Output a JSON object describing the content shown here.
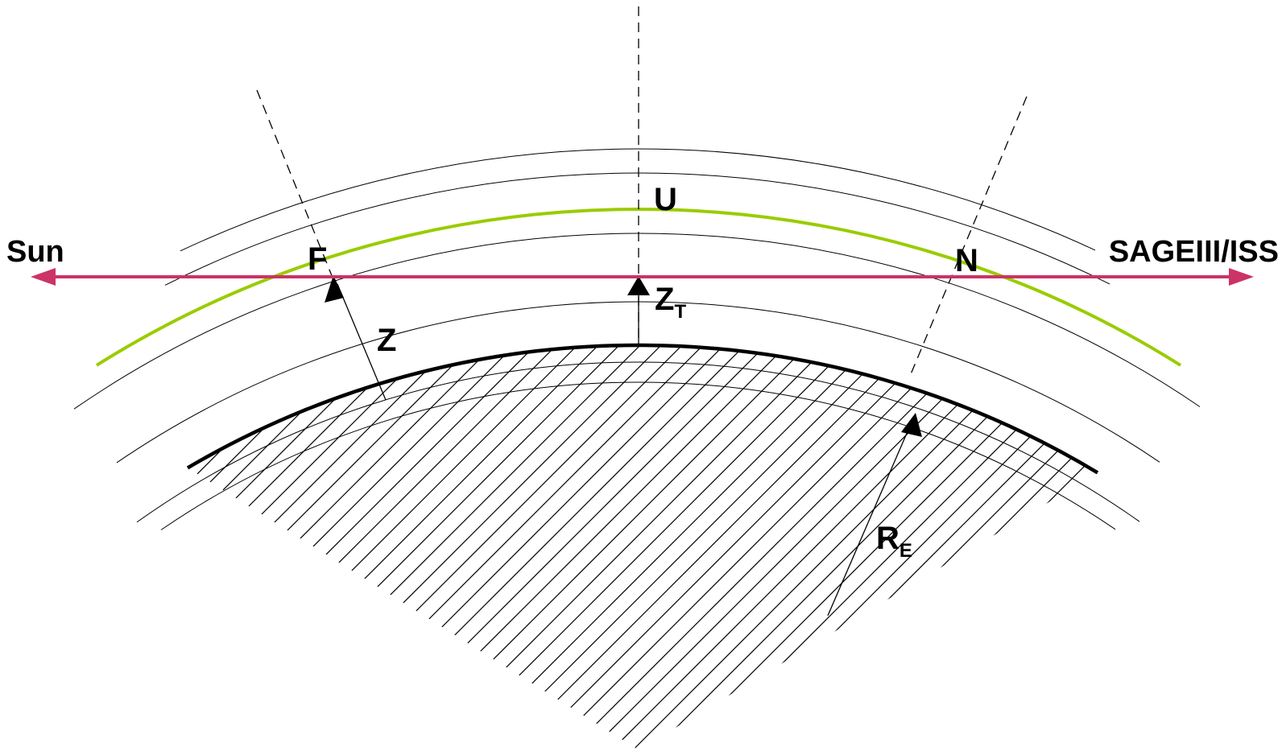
{
  "labels": {
    "sun": "Sun",
    "instrument": "SAGEIII/ISS",
    "far_point": "F",
    "near_point": "N",
    "tangent_point": "U",
    "altitude": "Z",
    "tangent_altitude": "Z",
    "tangent_altitude_sub": "T",
    "earth_radius": "R",
    "earth_radius_sub": "E"
  },
  "colors": {
    "line_of_sight": "#cc3366",
    "tangent_shell": "#99cc00",
    "earth_surface": "#000000",
    "shell_lines": "#000000",
    "hatch": "#000000"
  }
}
